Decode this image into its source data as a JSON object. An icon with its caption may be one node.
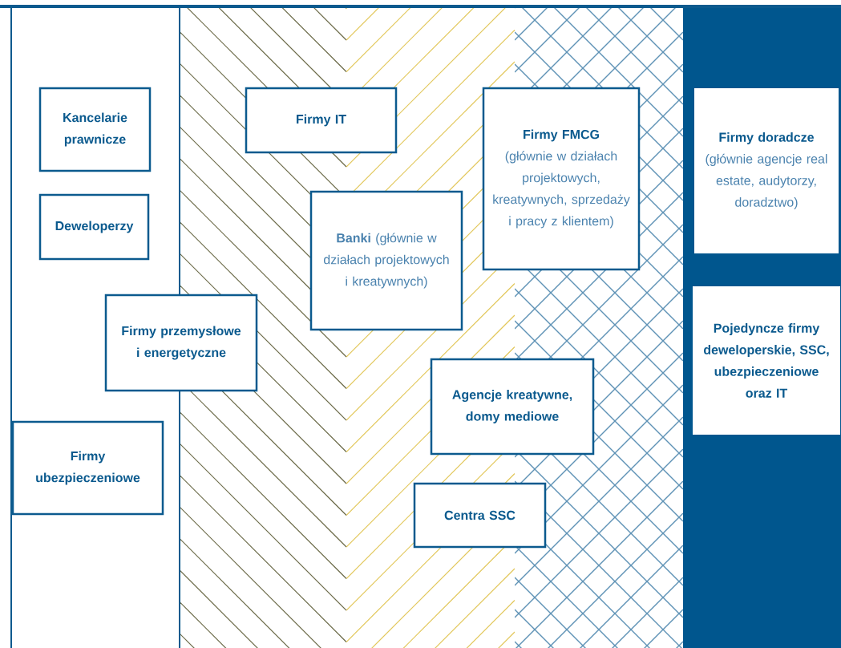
{
  "diagram": {
    "nodes": [
      {
        "text": [
          "Kancelarie prawnicze"
        ]
      },
      {
        "text": [
          "Deweloperzy"
        ]
      },
      {
        "text": [
          "Firmy przemysłowe i energetyczne"
        ]
      },
      {
        "text": [
          "Firmy ubezpieczeniowe"
        ]
      },
      {
        "text": [
          "Firmy IT"
        ]
      },
      {
        "text": [
          "**Banki** (głównie w działach projektowych i kreatywnych)"
        ]
      },
      {
        "text": [
          "Firmy FMCG",
          "(głównie w działach projektowych, kreatywnych, sprzedaży i pracy z klientem)"
        ]
      },
      {
        "text": [
          "Agencje kreatywne, domy mediowe"
        ]
      },
      {
        "text": [
          "Centra SSC"
        ]
      },
      {
        "text": [
          "Firmy doradcze",
          "(głównie agencje real estate, audytorzy, doradztwo)"
        ]
      },
      {
        "text": [
          "Pojedyncze firmy deweloperskie, SSC, ubezpieczeniowe oraz IT"
        ]
      }
    ]
  }
}
